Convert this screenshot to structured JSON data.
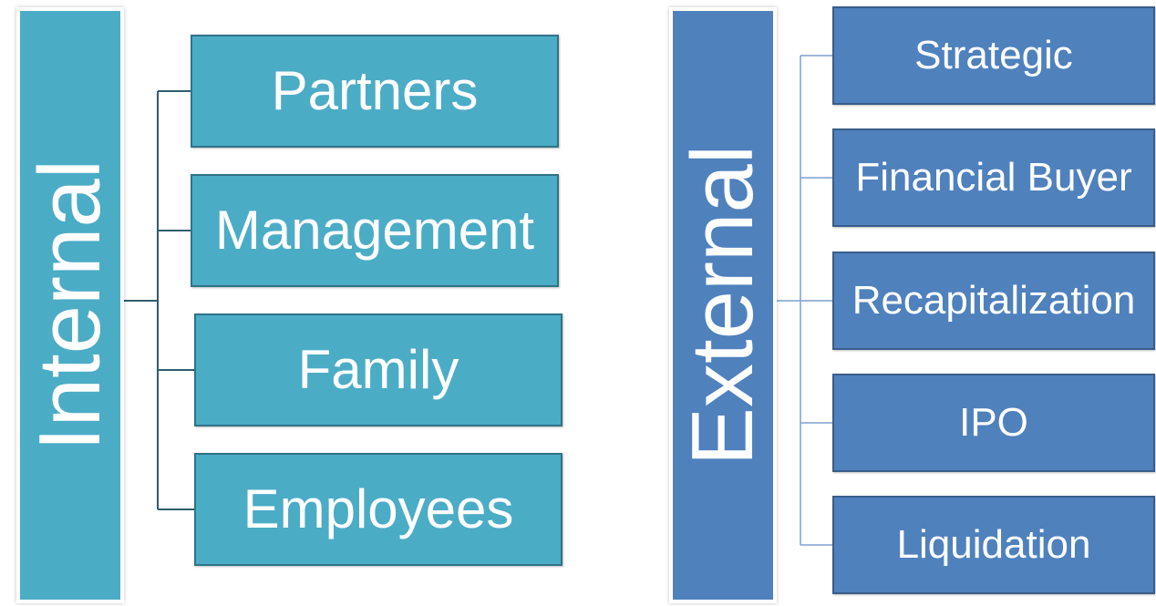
{
  "colors": {
    "internal_fill": "#4bacc6",
    "internal_border": "#2f7387",
    "external_fill": "#4f81bd",
    "external_border": "#385d8a",
    "internal_line": "#2f5d6f",
    "external_line": "#7f9fcf"
  },
  "internal": {
    "label": "Internal",
    "children": [
      "Partners",
      "Management",
      "Family",
      "Employees"
    ]
  },
  "external": {
    "label": "External",
    "children": [
      "Strategic",
      "Financial Buyer",
      "Recapitalization",
      "IPO",
      "Liquidation"
    ]
  }
}
